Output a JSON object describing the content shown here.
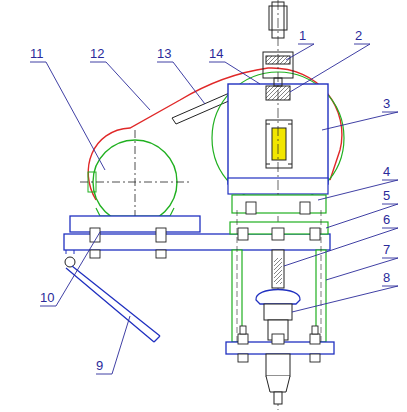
{
  "diagram": {
    "labels": [
      "11",
      "12",
      "13",
      "14",
      "1",
      "2",
      "3",
      "4",
      "5",
      "6",
      "7",
      "8",
      "10",
      "9"
    ]
  }
}
